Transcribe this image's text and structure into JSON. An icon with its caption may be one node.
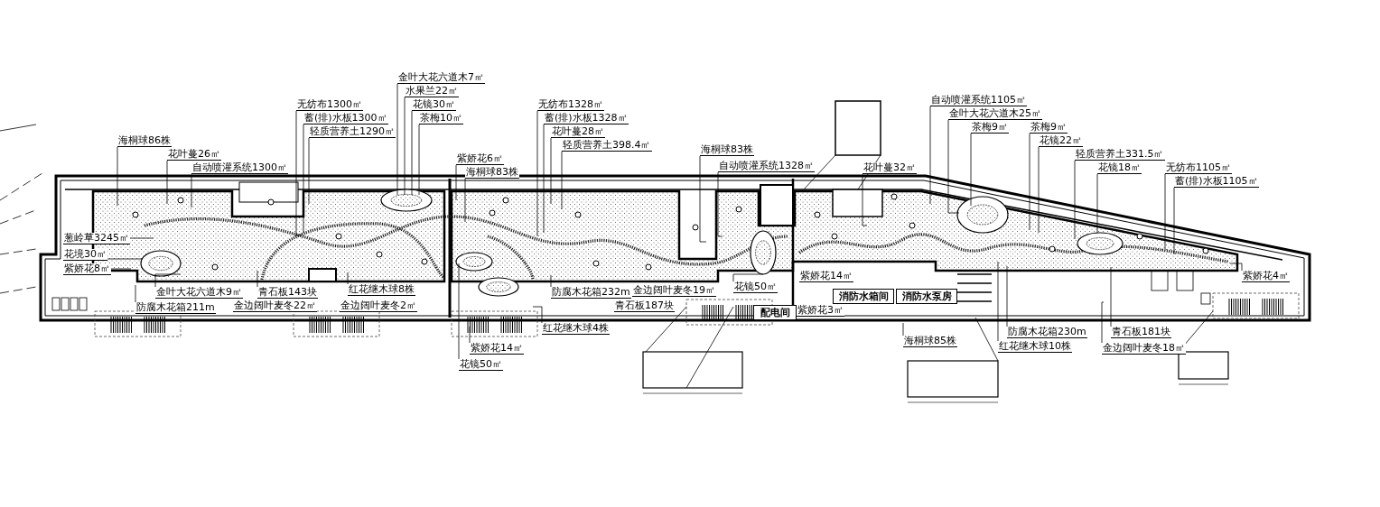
{
  "diagram": {
    "nodes": [
      {
        "text": [
          "海桐球86株"
        ]
      },
      {
        "text": [
          "花叶蔓26㎡"
        ]
      },
      {
        "text": [
          "自动喷灌系统1300㎡"
        ]
      },
      {
        "text": [
          "无纺布1300㎡"
        ]
      },
      {
        "text": [
          "蓄(排)水板1300㎡"
        ]
      },
      {
        "text": [
          "轻质营养土1290㎡"
        ]
      },
      {
        "text": [
          "金叶大花六道木7㎡"
        ]
      },
      {
        "text": [
          "水果兰22㎡"
        ]
      },
      {
        "text": [
          "花镜30㎡"
        ]
      },
      {
        "text": [
          "茶梅10㎡"
        ]
      },
      {
        "text": [
          "紫娇花6㎡"
        ]
      },
      {
        "text": [
          "海桐球83株"
        ]
      },
      {
        "text": [
          "葱岭草3245㎡"
        ]
      },
      {
        "text": [
          "花境30㎡"
        ]
      },
      {
        "text": [
          "紫娇花8㎡"
        ]
      },
      {
        "text": [
          "金叶大花六道木9㎡"
        ]
      },
      {
        "text": [
          "青石板143块"
        ]
      },
      {
        "text": [
          "防腐木花箱211m"
        ]
      },
      {
        "text": [
          "金边阔叶麦冬22㎡"
        ]
      },
      {
        "text": [
          "红花继木球8株"
        ]
      },
      {
        "text": [
          "金边阔叶麦冬2㎡"
        ]
      },
      {
        "text": [
          "无纺布1328㎡"
        ]
      },
      {
        "text": [
          "蓄(排)水板1328㎡"
        ]
      },
      {
        "text": [
          "花叶蔓28㎡"
        ]
      },
      {
        "text": [
          "轻质营养土398.4㎡"
        ]
      },
      {
        "text": [
          "防腐木花箱232m"
        ]
      },
      {
        "text": [
          "金边阔叶麦冬19㎡"
        ]
      },
      {
        "text": [
          "青石板187块"
        ]
      },
      {
        "text": [
          "红花继木球4株"
        ]
      },
      {
        "text": [
          "紫娇花14㎡"
        ]
      },
      {
        "text": [
          "花镜50㎡"
        ]
      },
      {
        "text": [
          "海桐球83株"
        ]
      },
      {
        "text": [
          "自动喷灌系统1328㎡"
        ]
      },
      {
        "text": [
          "花镜50㎡"
        ]
      },
      {
        "text": [
          "紫娇花14㎡"
        ]
      },
      {
        "text": [
          "紫娇花3㎡"
        ]
      },
      {
        "text": [
          "配电间"
        ]
      },
      {
        "text": [
          "消防水箱间"
        ]
      },
      {
        "text": [
          "消防水泵房"
        ]
      },
      {
        "text": [
          "海桐球85株"
        ]
      },
      {
        "text": [
          "花叶蔓32㎡"
        ]
      },
      {
        "text": [
          "自动喷灌系统1105㎡"
        ]
      },
      {
        "text": [
          "金叶大花六道木25㎡"
        ]
      },
      {
        "text": [
          "茶梅9㎡"
        ]
      },
      {
        "text": [
          "茶梅9㎡"
        ]
      },
      {
        "text": [
          "花镜22㎡"
        ]
      },
      {
        "text": [
          "轻质营养土331.5㎡"
        ]
      },
      {
        "text": [
          "花镜18㎡"
        ]
      },
      {
        "text": [
          "无纺布1105㎡"
        ]
      },
      {
        "text": [
          "蓄(排)水板1105㎡"
        ]
      },
      {
        "text": [
          "防腐木花箱230m"
        ]
      },
      {
        "text": [
          "青石板181块"
        ]
      },
      {
        "text": [
          "金边阔叶麦冬18㎡"
        ]
      },
      {
        "text": [
          "红花继木球10株"
        ]
      },
      {
        "text": [
          "紫娇花4㎡"
        ]
      }
    ],
    "edges": [
      {
        "from": 0,
        "to": null,
        "arrow": "none"
      },
      {
        "from": 1,
        "to": null,
        "arrow": "none"
      },
      {
        "from": 2,
        "to": null,
        "arrow": "none"
      },
      {
        "from": 3,
        "to": null,
        "arrow": "none"
      },
      {
        "from": 4,
        "to": null,
        "arrow": "none"
      },
      {
        "from": 5,
        "to": null,
        "arrow": "none"
      },
      {
        "from": 6,
        "to": null,
        "arrow": "none"
      },
      {
        "from": 7,
        "to": null,
        "arrow": "none"
      },
      {
        "from": 8,
        "to": null,
        "arrow": "none"
      },
      {
        "from": 9,
        "to": null,
        "arrow": "none"
      },
      {
        "from": 10,
        "to": null,
        "arrow": "none"
      },
      {
        "from": 11,
        "to": null,
        "arrow": "none"
      },
      {
        "from": 12,
        "to": null,
        "arrow": "none"
      },
      {
        "from": 13,
        "to": null,
        "arrow": "none"
      },
      {
        "from": 14,
        "to": null,
        "arrow": "none"
      },
      {
        "from": 15,
        "to": null,
        "arrow": "none"
      },
      {
        "from": 16,
        "to": null,
        "arrow": "none"
      },
      {
        "from": 17,
        "to": null,
        "arrow": "none"
      },
      {
        "from": 19,
        "to": null,
        "arrow": "none"
      },
      {
        "from": 21,
        "to": null,
        "arrow": "none"
      },
      {
        "from": 22,
        "to": null,
        "arrow": "none"
      },
      {
        "from": 23,
        "to": null,
        "arrow": "none"
      },
      {
        "from": 24,
        "to": null,
        "arrow": "none"
      },
      {
        "from": 25,
        "to": null,
        "arrow": "none"
      },
      {
        "from": 28,
        "to": null,
        "arrow": "none"
      },
      {
        "from": 29,
        "to": null,
        "arrow": "none"
      },
      {
        "from": 30,
        "to": null,
        "arrow": "none"
      },
      {
        "from": 31,
        "to": null,
        "arrow": "none"
      },
      {
        "from": 32,
        "to": null,
        "arrow": "none"
      },
      {
        "from": 33,
        "to": null,
        "arrow": "none"
      },
      {
        "from": 39,
        "to": null,
        "arrow": "none"
      },
      {
        "from": 40,
        "to": null,
        "arrow": "none"
      },
      {
        "from": 41,
        "to": null,
        "arrow": "none"
      },
      {
        "from": 42,
        "to": null,
        "arrow": "none"
      },
      {
        "from": 43,
        "to": null,
        "arrow": "none"
      },
      {
        "from": 44,
        "to": null,
        "arrow": "none"
      },
      {
        "from": 45,
        "to": null,
        "arrow": "none"
      },
      {
        "from": 46,
        "to": null,
        "arrow": "none"
      },
      {
        "from": 47,
        "to": null,
        "arrow": "none"
      },
      {
        "from": 48,
        "to": null,
        "arrow": "none"
      },
      {
        "from": 49,
        "to": null,
        "arrow": "none"
      },
      {
        "from": 50,
        "to": null,
        "arrow": "none"
      },
      {
        "from": 51,
        "to": null,
        "arrow": "none"
      },
      {
        "from": 52,
        "to": null,
        "arrow": "none"
      },
      {
        "from": 53,
        "to": null,
        "arrow": "none"
      },
      {
        "from": 54,
        "to": null,
        "arrow": "none"
      }
    ]
  }
}
